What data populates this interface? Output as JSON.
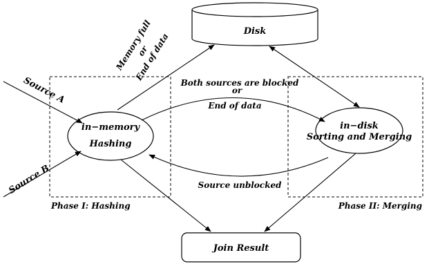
{
  "diagram": {
    "disk_label": "Disk",
    "hash_node": {
      "line1": "in−memory",
      "line2": "Hashing"
    },
    "disk_node": {
      "line1": "in−disk",
      "line2": "Sorting and Merging"
    },
    "join_label": "Join Result",
    "source_a": "Source A",
    "source_b": "Source B",
    "memory_full": {
      "line1": "Memory full",
      "line2": "or",
      "line3": "End of data"
    },
    "blocked": {
      "line1": "Both sources are blocked",
      "line2": "or",
      "line3": "End of data"
    },
    "unblocked": "Source unblocked",
    "phase1": "Phase I: Hashing",
    "phase2": "Phase II: Merging"
  },
  "colors": {
    "stroke": "#000000",
    "background": "#ffffff"
  }
}
